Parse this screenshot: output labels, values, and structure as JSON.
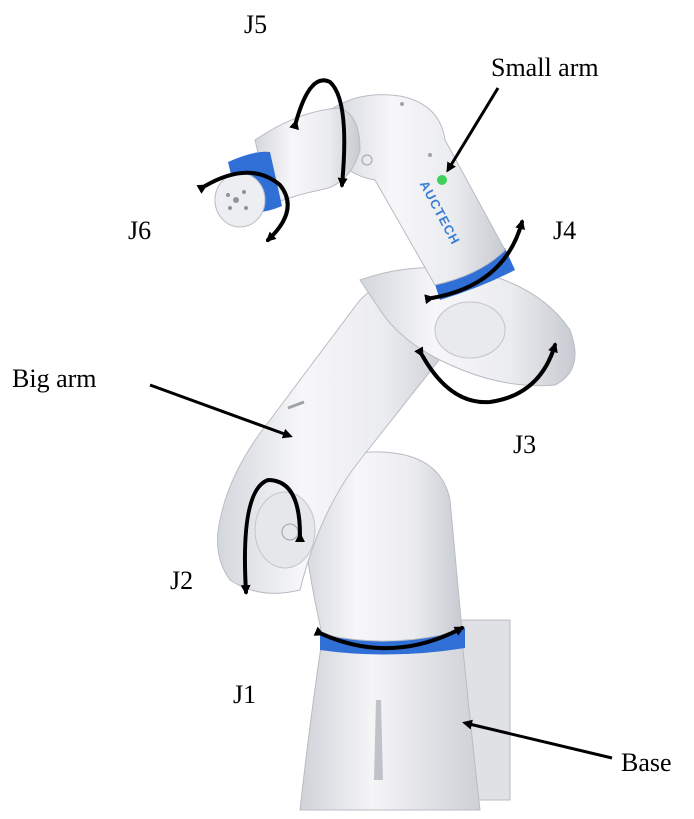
{
  "labels": {
    "j5": "J5",
    "small_arm": "Small arm",
    "j6": "J6",
    "j4": "J4",
    "big_arm": "Big arm",
    "j3": "J3",
    "j2": "J2",
    "j1": "J1",
    "base": "Base"
  },
  "brand_text": "AUCTECH",
  "colors": {
    "robot_body": "#ececef",
    "robot_shade": "#c9ccd3",
    "joint_ring": "#2f6fd6",
    "arrow": "#000000",
    "indicator": "#3fd15a",
    "brand": "#3b7fd4"
  }
}
